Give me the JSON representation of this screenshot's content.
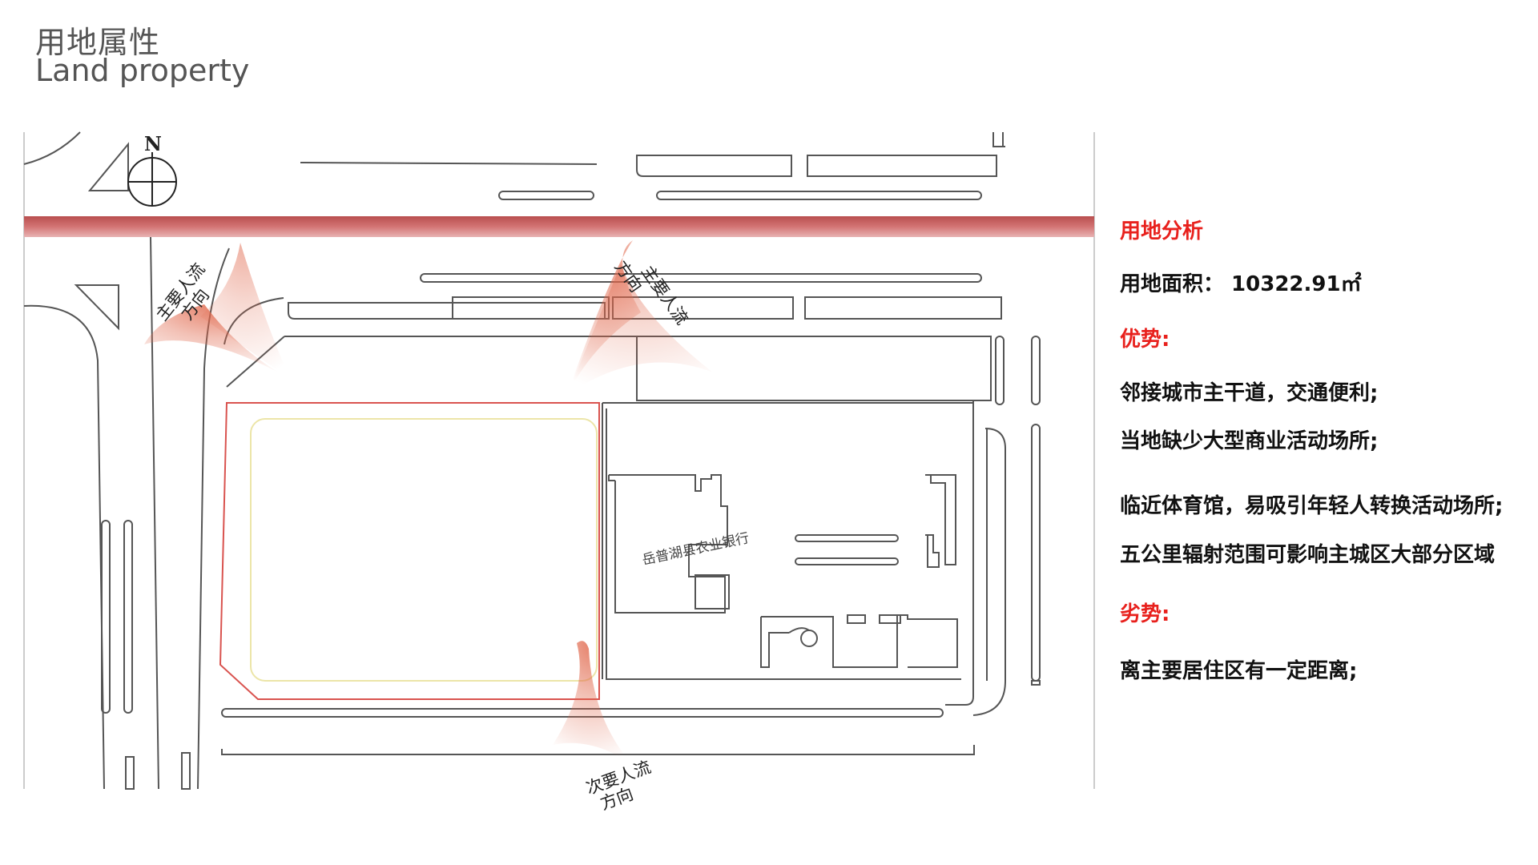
{
  "header": {
    "title_cn": "用地属性",
    "title_en": "Land property"
  },
  "map": {
    "north_label": "N",
    "primary_flow_left": [
      "主要人流",
      "方向"
    ],
    "primary_flow_right": [
      "主要人流",
      "方向"
    ],
    "secondary_flow": [
      "次要人流",
      "方向"
    ],
    "bank_label": "岳普湖县农业银行",
    "colors": {
      "main_road": "#d06a6a",
      "site_boundary": "#d9534f",
      "setback_line": "#ece5a8",
      "flow_arrow": "#e0664a",
      "linework": "#555555"
    }
  },
  "analysis": {
    "heading": "用地分析",
    "area": "用地面积：  10322.91㎡",
    "advantages_heading": "优势:",
    "advantages": [
      "邻接城市主干道，交通便利;",
      "当地缺少大型商业活动场所;",
      "临近体育馆，易吸引年轻人转换活动场所;",
      "五公里辐射范围可影响主城区大部分区域"
    ],
    "disadvantages_heading": "劣势:",
    "disadvantages": [
      "离主要居住区有一定距离;"
    ]
  }
}
